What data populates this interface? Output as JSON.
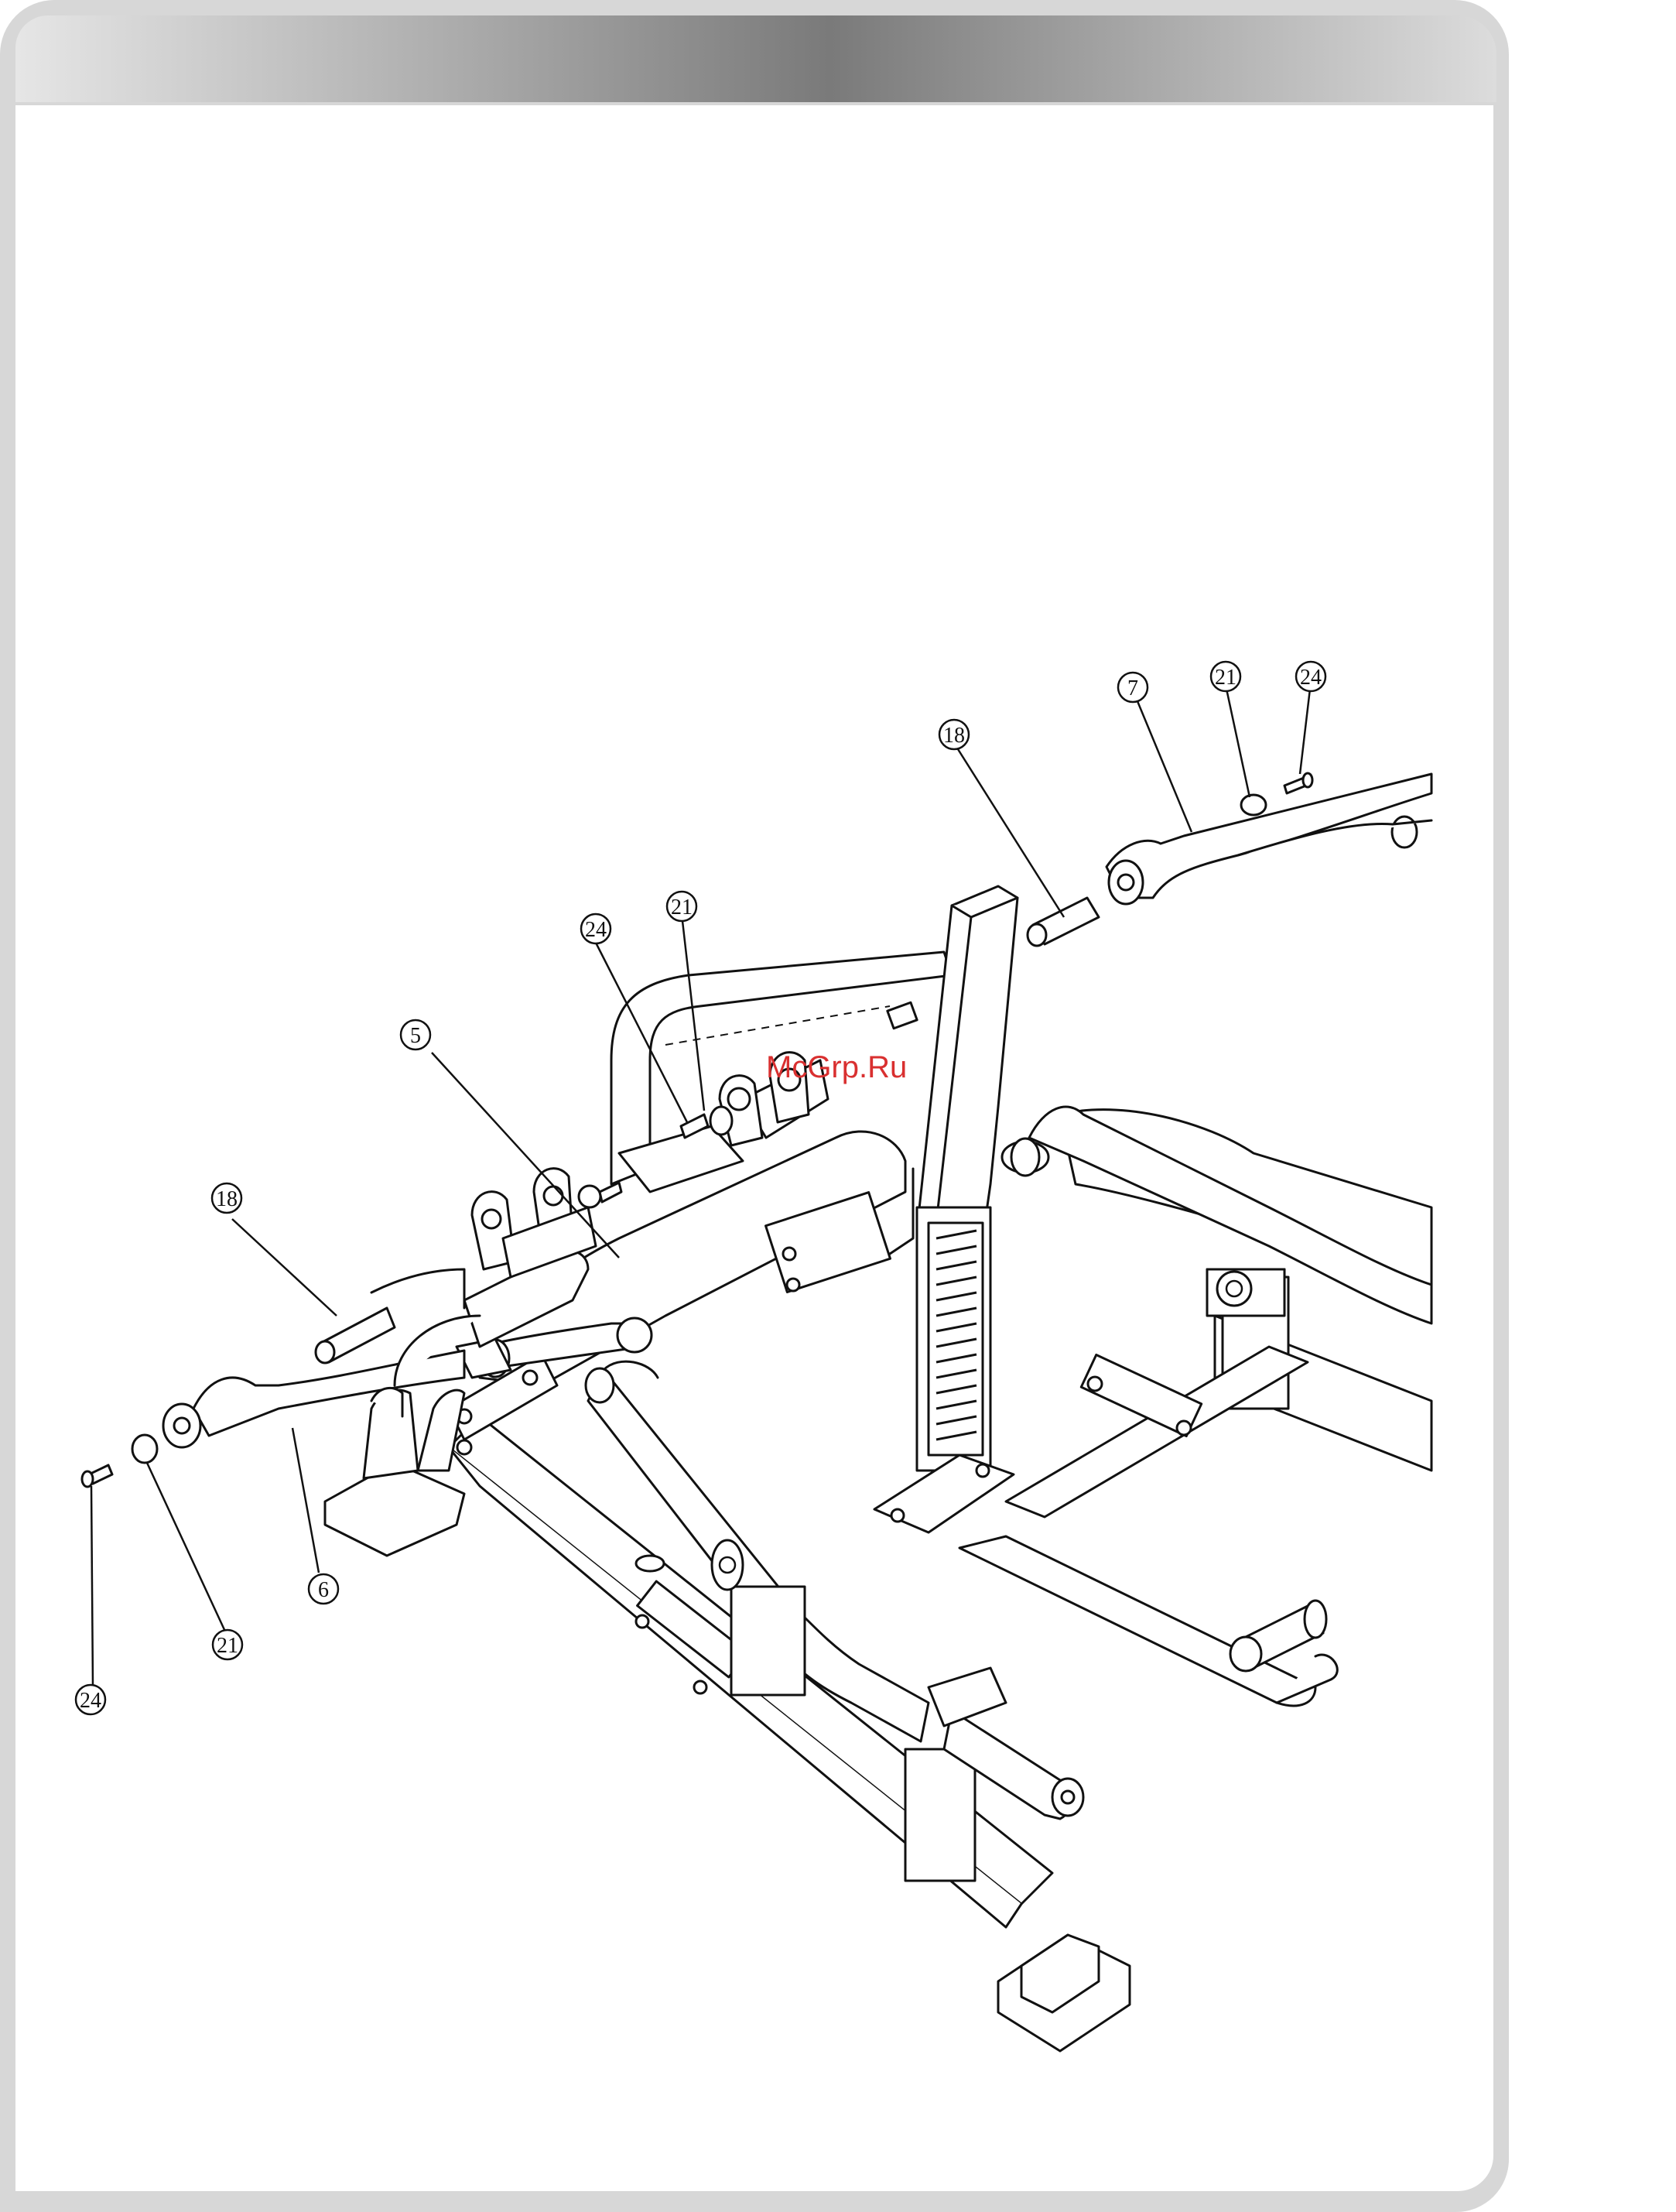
{
  "watermark": "McGrp.Ru",
  "callouts": [
    {
      "id": "c7",
      "label": "7"
    },
    {
      "id": "c21a",
      "label": "21"
    },
    {
      "id": "c24a",
      "label": "24"
    },
    {
      "id": "c18a",
      "label": "18"
    },
    {
      "id": "c24b",
      "label": "24"
    },
    {
      "id": "c21b",
      "label": "21"
    },
    {
      "id": "c5",
      "label": "5"
    },
    {
      "id": "c18b",
      "label": "18"
    },
    {
      "id": "c6",
      "label": "6"
    },
    {
      "id": "c21c",
      "label": "21"
    },
    {
      "id": "c24c",
      "label": "24"
    }
  ]
}
